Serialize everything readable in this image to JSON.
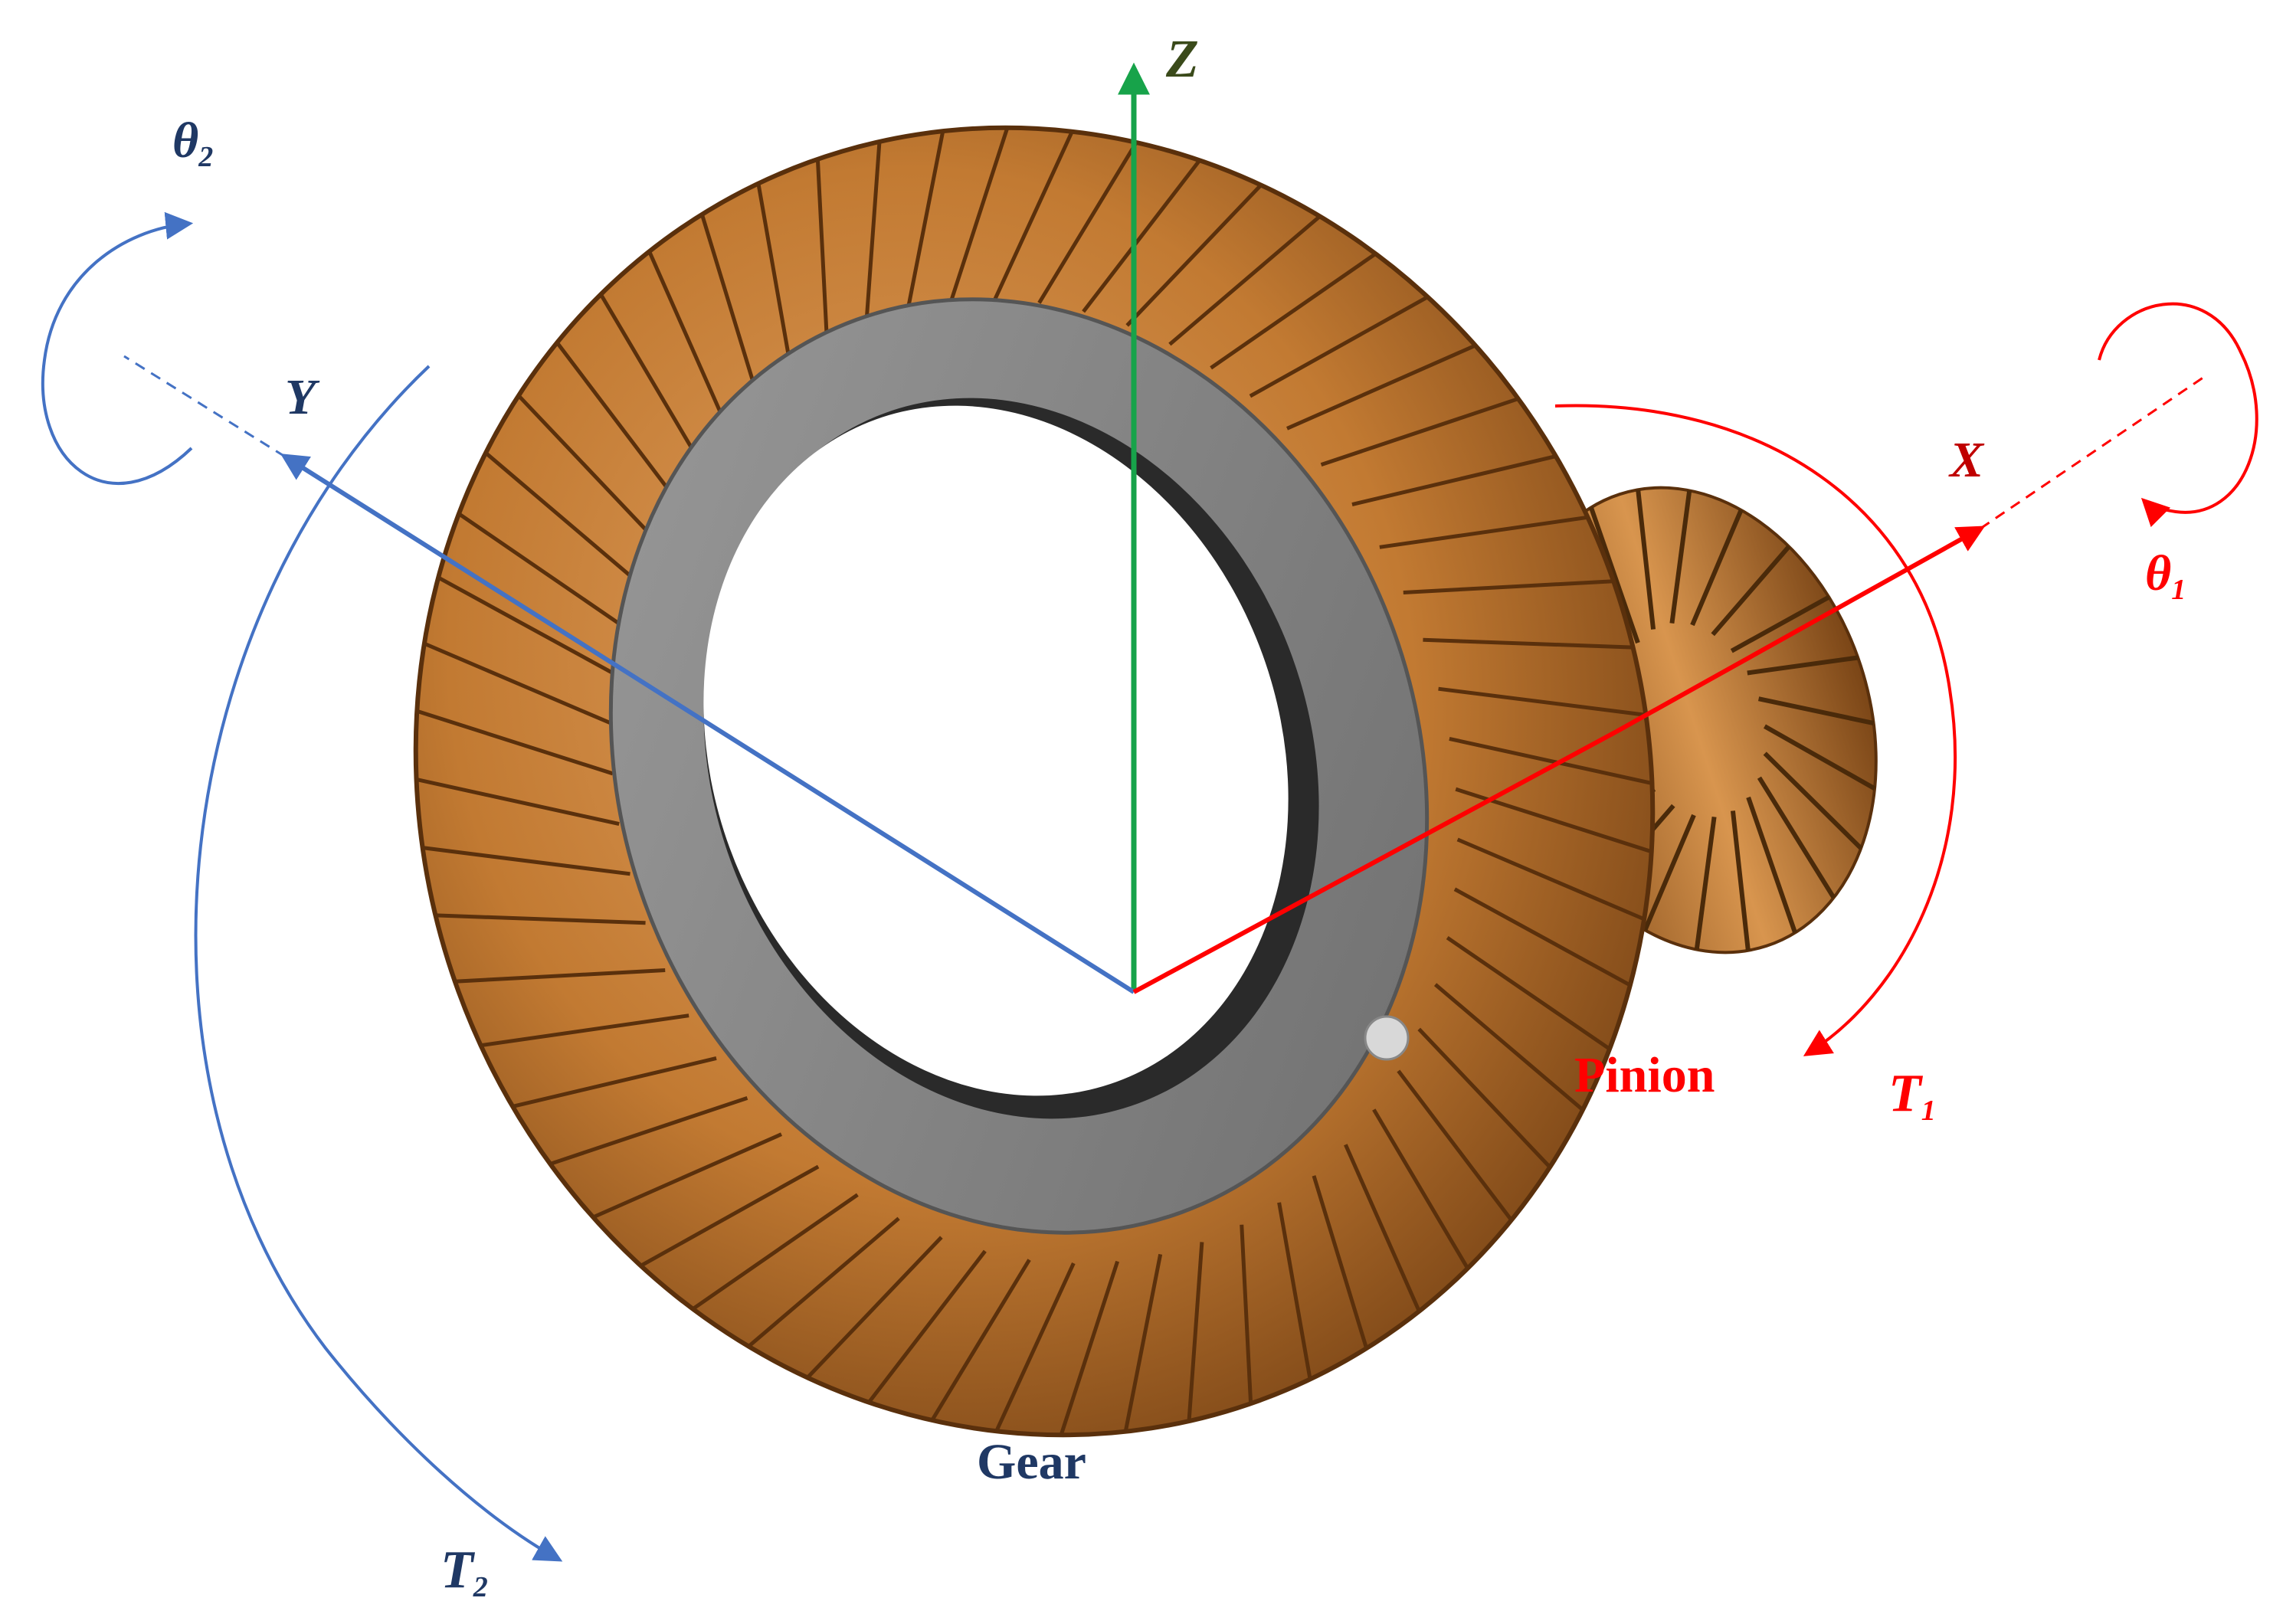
{
  "labels": {
    "z_axis": "Z",
    "y_axis": "Y",
    "x_axis": "X",
    "theta2_base": "θ",
    "theta2_sub": "2",
    "theta1_base": "θ",
    "theta1_sub": "1",
    "t2_base": "T",
    "t2_sub": "2",
    "t1_base": "T",
    "t1_sub": "1",
    "pinion": "Pinion",
    "gear": "Gear"
  },
  "colors": {
    "z_axis": "#17a34a",
    "gear_axis": "#4472c4",
    "pinion_axis": "#ff0000",
    "gear_label": "#1f3864",
    "bronze": "#c27a32",
    "bronze_dark": "#6b3a10",
    "hub_gray": "#8c8c8c"
  },
  "icons": {
    "gear": "spiral-bevel-gear-icon",
    "pinion": "spiral-bevel-pinion-icon"
  }
}
